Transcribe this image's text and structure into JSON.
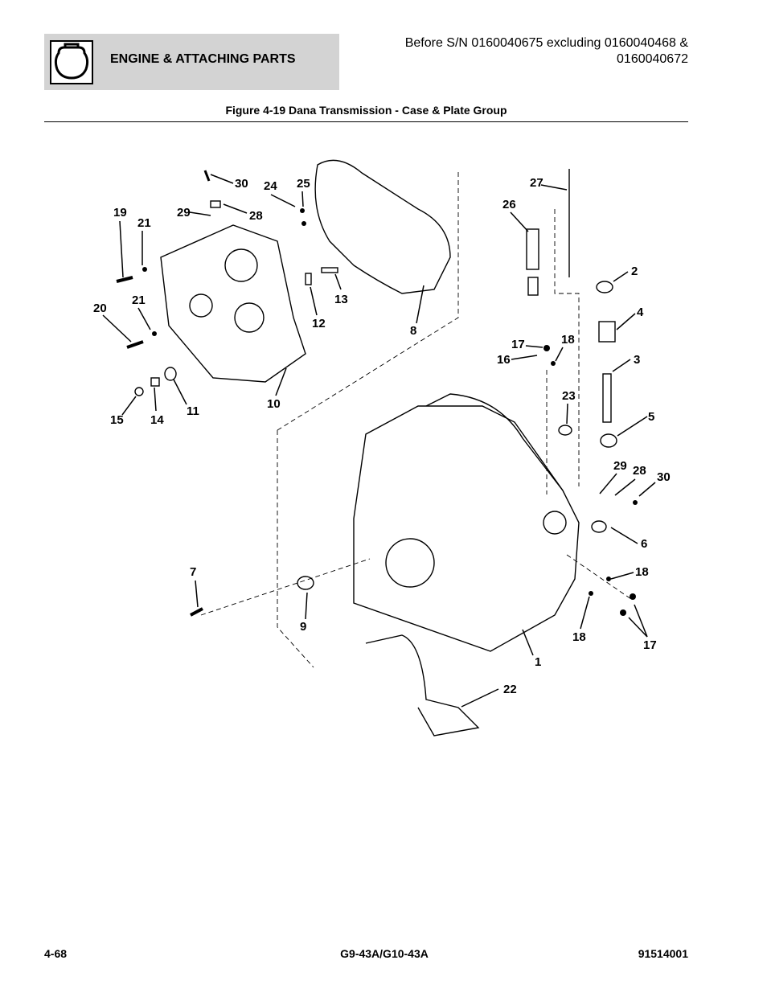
{
  "header": {
    "section_title": "ENGINE & ATTACHING PARTS",
    "section_icon": "engine-block-icon",
    "serial_line1": "Before S/N 0160040675 excluding 0160040468 &",
    "serial_line2": "0160040672"
  },
  "figure": {
    "title": "Figure 4-19 Dana Transmission - Case & Plate Group",
    "callouts": [
      {
        "id": "c30a",
        "label": "30"
      },
      {
        "id": "c24",
        "label": "24"
      },
      {
        "id": "c25",
        "label": "25"
      },
      {
        "id": "c29a",
        "label": "29"
      },
      {
        "id": "c28a",
        "label": "28"
      },
      {
        "id": "c19",
        "label": "19"
      },
      {
        "id": "c21a",
        "label": "21"
      },
      {
        "id": "c13",
        "label": "13"
      },
      {
        "id": "c12",
        "label": "12"
      },
      {
        "id": "c20",
        "label": "20"
      },
      {
        "id": "c21b",
        "label": "21"
      },
      {
        "id": "c8",
        "label": "8"
      },
      {
        "id": "c10",
        "label": "10"
      },
      {
        "id": "c11",
        "label": "11"
      },
      {
        "id": "c15",
        "label": "15"
      },
      {
        "id": "c14",
        "label": "14"
      },
      {
        "id": "c27",
        "label": "27"
      },
      {
        "id": "c26",
        "label": "26"
      },
      {
        "id": "c2",
        "label": "2"
      },
      {
        "id": "c4",
        "label": "4"
      },
      {
        "id": "c17a",
        "label": "17"
      },
      {
        "id": "c18a",
        "label": "18"
      },
      {
        "id": "c16",
        "label": "16"
      },
      {
        "id": "c3",
        "label": "3"
      },
      {
        "id": "c23",
        "label": "23"
      },
      {
        "id": "c5",
        "label": "5"
      },
      {
        "id": "c29b",
        "label": "29"
      },
      {
        "id": "c28b",
        "label": "28"
      },
      {
        "id": "c30b",
        "label": "30"
      },
      {
        "id": "c6",
        "label": "6"
      },
      {
        "id": "c18b",
        "label": "18"
      },
      {
        "id": "c7",
        "label": "7"
      },
      {
        "id": "c9",
        "label": "9"
      },
      {
        "id": "c18c",
        "label": "18"
      },
      {
        "id": "c17b",
        "label": "17"
      },
      {
        "id": "c1",
        "label": "1"
      },
      {
        "id": "c22",
        "label": "22"
      }
    ]
  },
  "footer": {
    "page_number": "4-68",
    "model": "G9-43A/G10-43A",
    "part_number": "91514001"
  }
}
